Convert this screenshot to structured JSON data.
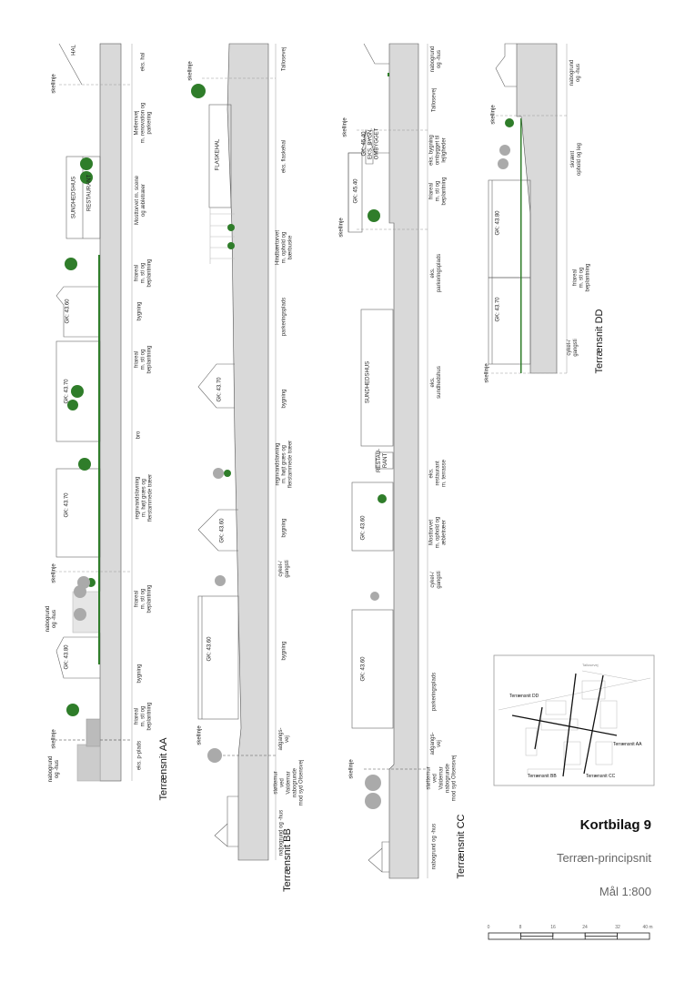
{
  "sheet": {
    "title": "Kortbilag 9",
    "subtitle": "Terræn-principsnit",
    "scale": "Mål 1:800",
    "scalebar_ticks": [
      "0",
      "8",
      "16",
      "24",
      "32",
      "40 m"
    ]
  },
  "colors": {
    "vegetation": "#2f7d2a",
    "ground": "#d9d9d9",
    "outline": "#555555"
  },
  "sections": {
    "aa": {
      "title": "Terrænsnit AA",
      "zones": [
        "eks. hal",
        "Mellemvej\nm. renovation og\nparkering",
        "Mosttorvet m. scene\nog æbletræer",
        "friareal\nm. sti og\nbeplantning",
        "bygning",
        "friareal\nm. sti og\nbeplantning",
        "bro",
        "regnvandslavning\nm. højt græs og\nflerstammede træer",
        "friareal\nm. sti og\nbeplantning",
        "bygning",
        "friareal\nm. sti og\nbeplantning",
        "eks. p-plads"
      ],
      "annotations": [
        "HAL",
        "skellinje",
        "SUNDHEDSHUS",
        "RESTAURANT",
        "GK: 43.60",
        "GK: 43.70",
        "GK: 43.70",
        "skellinje",
        "nabogrund\nog -hus",
        "GK: 43.80",
        "skellinje",
        "nabogrund\nog -hus"
      ]
    },
    "bb": {
      "title": "Terrænsnit BB",
      "zones": [
        "Tallosevej",
        "eks. flaskehal",
        "Hindbærtorvet\nm. ophold og\nbærbuske",
        "parkeringsplads",
        "bygning",
        "regnvandslavning\nm. højt græs og\nflerstammede træer",
        "bygning",
        "cykel-/\ngangsti",
        "bygning",
        "adgangs-\nvej",
        "støttemur\nved\nValdemar\nnabogrunde\nmod syd Olsensvej",
        "nabogrund og -hus"
      ],
      "annotations": [
        "skellinje",
        "FLASKEHAL",
        "GK: 43.70",
        "GK: 43.60",
        "GK: 43.60",
        "skellinje"
      ]
    },
    "cc": {
      "title": "Terrænsnit CC",
      "zones": [
        "nabogrund\nog -hus",
        "Tallosevej",
        "eks. bygning\nombygget til\nlejligheder",
        "friareal\nm. sti og\nbeplantning",
        "eks.\nparkeringsplads",
        "eks.\nsundhedshus",
        "eks.\nrestaurant\nm. terrasse",
        "Mosttorvet\nm. ophold og\næbletræer",
        "cykel-/\ngangsti",
        "parkeringsplads",
        "adgangs-\nvej",
        "støttemur\nved\nValdemar\nnabogrunde\nmod syd Olsensvej",
        "nabogrund og -hus"
      ],
      "annotations": [
        "skellinje",
        "GK: 45.40\nEKS. BYGN.\nOMBYGGET",
        "GK: 45.40",
        "skellinje",
        "SUNDHEDSHUS",
        "RESTAU-\nRANT",
        "GK: 43.60",
        "GK: 43.60",
        "skellinje"
      ]
    },
    "dd": {
      "title": "Terrænsnit DD",
      "zones": [
        "nabogrund\nog -hus",
        "skrænt\nophold og leg",
        "friareal\nm. sti og\nbeplantning",
        "cykel-/\ngangsti"
      ],
      "annotations": [
        "skellinje",
        "GK: 43.80",
        "GK: 43.70",
        "skellinje"
      ]
    }
  },
  "keymap": {
    "street": "Tallosevej",
    "labels": [
      "Terrænsnit DD",
      "Terrænsnit AA",
      "Terrænsnit BB",
      "Terrænsnit CC"
    ]
  }
}
